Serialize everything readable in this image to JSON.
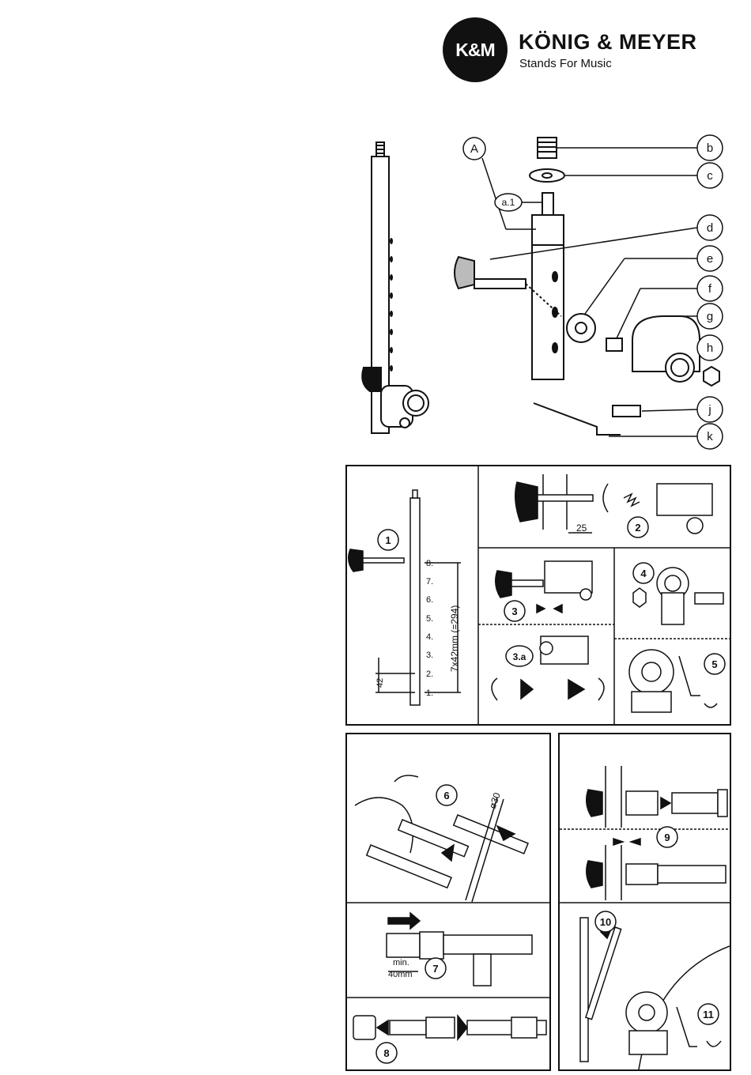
{
  "header": {
    "logo_badge": "K&M",
    "brand_name": "KÖNIG & MEYER",
    "tagline": "Stands For Music"
  },
  "parts": {
    "callouts": [
      "A",
      "a.1",
      "b",
      "c",
      "d",
      "e",
      "f",
      "g",
      "h",
      "j",
      "k"
    ]
  },
  "steps": {
    "s1": "1",
    "s2": "2",
    "s3": "3",
    "s3a": "3.a",
    "s4": "4",
    "s5": "5",
    "s6": "6",
    "s7": "7",
    "s8": "8",
    "s9": "9",
    "s10": "10",
    "s11": "11"
  },
  "step1": {
    "hole_labels": [
      "8.",
      "7.",
      "6.",
      "5.",
      "4.",
      "3.",
      "2.",
      "1."
    ],
    "spacing_label": "42",
    "total_label": "7x42mm (=294)"
  },
  "step2": {
    "dimension": "25"
  },
  "step6": {
    "diameter": "ø30"
  },
  "step7": {
    "min_line1": "min.",
    "min_line2": "40mm"
  }
}
